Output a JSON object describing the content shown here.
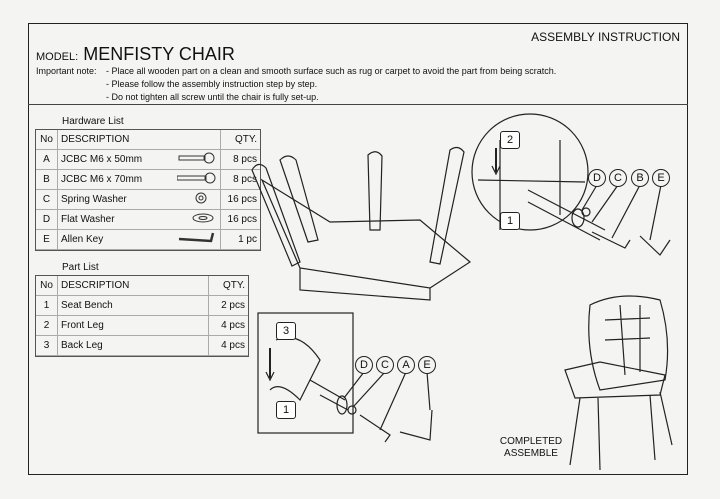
{
  "header": {
    "title": "ASSEMBLY INSTRUCTION",
    "model_label": "MODEL:",
    "model_name": "MENFISTY CHAIR",
    "note_label": "Important note:",
    "notes": [
      "- Place all wooden part on a clean and smooth surface such as rug or carpet to avoid the part from being scratch.",
      "- Please follow the assembly instruction step by step.",
      "- Do not tighten all screw until the chair is fully set-up."
    ]
  },
  "hardware": {
    "caption": "Hardware List",
    "headers": [
      "No",
      "DESCRIPTION",
      "QTY."
    ],
    "rows": [
      [
        "A",
        "JCBC M6 x 50mm",
        "8 pcs"
      ],
      [
        "B",
        "JCBC M6 x 70mm",
        "8 pcs"
      ],
      [
        "C",
        "Spring Washer",
        "16 pcs"
      ],
      [
        "D",
        "Flat Washer",
        "16 pcs"
      ],
      [
        "E",
        "Allen Key",
        "1 pc"
      ]
    ]
  },
  "parts": {
    "caption": "Part List",
    "headers": [
      "No",
      "DESCRIPTION",
      "QTY."
    ],
    "rows": [
      [
        "1",
        "Seat Bench",
        "2 pcs"
      ],
      [
        "2",
        "Front Leg",
        "4 pcs"
      ],
      [
        "3",
        "Back Leg",
        "4 pcs"
      ]
    ]
  },
  "diagram": {
    "top_labels": [
      "D",
      "C",
      "B",
      "E"
    ],
    "top_steps": [
      "2",
      "1"
    ],
    "bottom_labels": [
      "D",
      "C",
      "A",
      "E"
    ],
    "bottom_steps": [
      "3",
      "1"
    ],
    "completed": [
      "COMPLETED",
      "ASSEMBLE"
    ]
  }
}
